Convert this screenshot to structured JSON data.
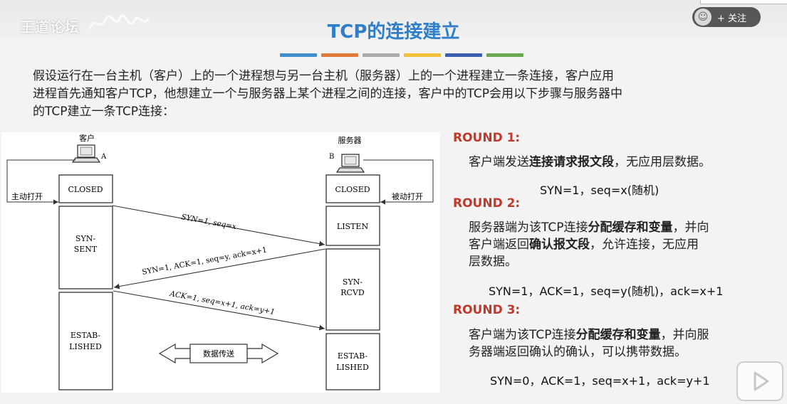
{
  "watermark": {
    "text": "王道论坛"
  },
  "title": "TCP的连接建立",
  "title_bar_colors": [
    "#3f8fce",
    "#e2793a",
    "#a9a9a9",
    "#f0c039",
    "#3a5fb0",
    "#6aa84f"
  ],
  "follow": {
    "label": "+ 关注",
    "icon": "avatar-icon"
  },
  "intro_lines": [
    "假设运行在一台主机（客户）上的一个进程想与另一台主机（服务器）上的一个进程建立一条连接，客户应用",
    "进程首先通知客户TCP，他想建立一个与服务器上某个进程之间的连接，客户中的TCP会用以下步骤与服务器中",
    "的TCP建立一条TCP连接："
  ],
  "diagram": {
    "client_label": "客户",
    "server_label": "服务器",
    "client_tag": "A",
    "server_tag": "B",
    "active_open": "主动打开",
    "passive_open": "被动打开",
    "client_states": {
      "closed": "CLOSED",
      "syn_sent_1": "SYN-",
      "syn_sent_2": "SENT",
      "estab_1": "ESTAB-",
      "estab_2": "LISHED"
    },
    "server_states": {
      "closed": "CLOSED",
      "listen": "LISTEN",
      "syn_rcvd_1": "SYN-",
      "syn_rcvd_2": "RCVD",
      "estab_1": "ESTAB-",
      "estab_2": "LISHED"
    },
    "msg1": "SYN=1, seq=x",
    "msg2": "SYN=1, ACK=1, seq=y, ack=x+1",
    "msg3": "ACK=1, seq=x+1, ack=y+1",
    "data_transfer": "数据传送"
  },
  "rounds": {
    "r1_title": "ROUND 1:",
    "r1_pre": "客户端发送",
    "r1_bold": "连接请求报文段",
    "r1_post": "，无应用层数据。",
    "r1_formula": "SYN=1，seq=x(随机)",
    "r2_title": "ROUND 2:",
    "r2_l1_pre": "服务器端为该TCP连接",
    "r2_l1_bold": "分配缓存和变量",
    "r2_l1_post": "，并向",
    "r2_l2_pre": "客户端返回",
    "r2_l2_bold": "确认报文段",
    "r2_l2_post": "，允许连接，无应用",
    "r2_l3": "层数据。",
    "r2_formula": "SYN=1，ACK=1，seq=y(随机)，ack=x+1",
    "r3_title": "ROUND 3:",
    "r3_l1_pre": "客户端为该TCP连接",
    "r3_l1_bold": "分配缓存和变量",
    "r3_l1_post": "，并向服",
    "r3_l2": "务器端返回确认的确认，可以携带数据。",
    "r3_formula": "SYN=0，ACK=1，seq=x+1，ack=y+1"
  },
  "play_icon": "play-icon"
}
